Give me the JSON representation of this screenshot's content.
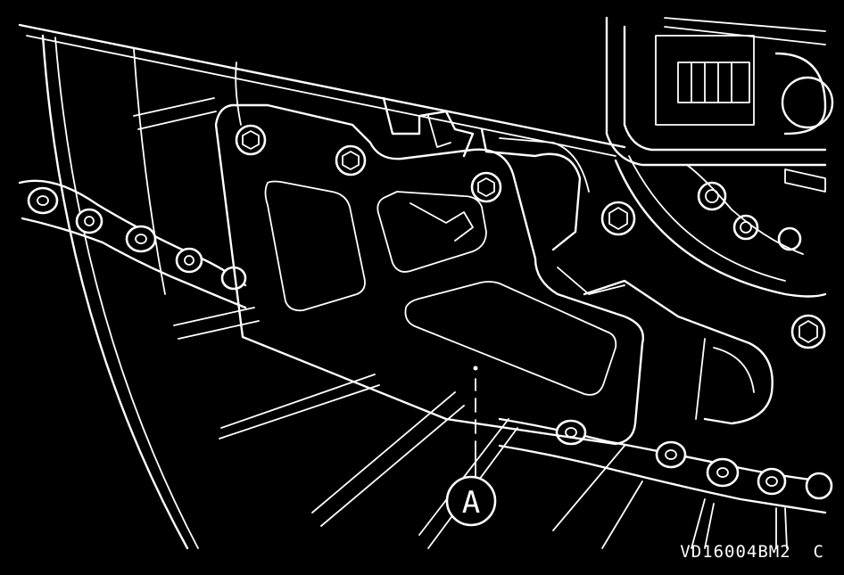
{
  "diagram": {
    "callout_label": "A",
    "figure_code": "VD16004BM2",
    "figure_suffix": "C",
    "background_color": "#000000",
    "line_color": "#ffffff"
  }
}
